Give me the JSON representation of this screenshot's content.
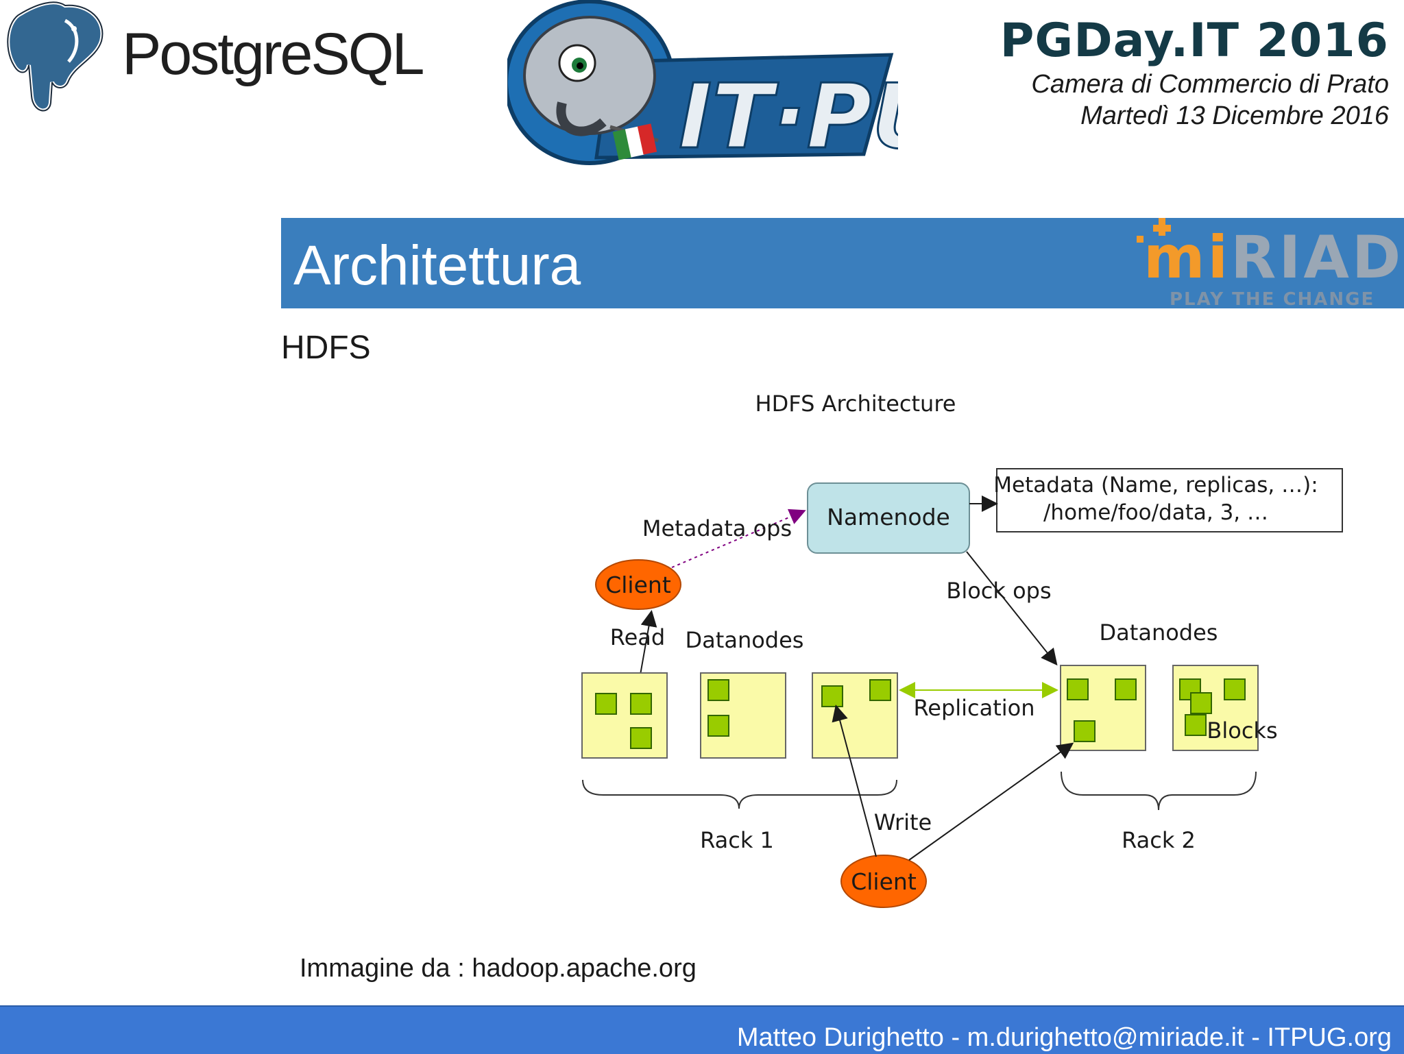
{
  "header": {
    "postgres_wordmark": "PostgreSQL",
    "itpug_wordmark": "IT·PUG",
    "event_title": "PGDay.IT 2016",
    "event_venue": "Camera di Commercio di Prato",
    "event_date": "Martedì 13 Dicembre 2016"
  },
  "slide": {
    "title": "Architettura",
    "section": "HDFS",
    "credit": "Immagine da : hadoop.apache.org"
  },
  "brand": {
    "miriade_name": "miRIADE",
    "miriade_tagline": "PLAY THE CHANGE",
    "accent_blue": "#3a7ebd",
    "footer_blue": "#3b78d4",
    "miriade_orange": "#f39a2a"
  },
  "diagram": {
    "title": "HDFS Architecture",
    "namenode": "Namenode",
    "metadata_line1": "Metadata (Name, replicas, …):",
    "metadata_line2": "/home/foo/data, 3, …",
    "metadata_ops": "Metadata ops",
    "block_ops": "Block ops",
    "client_top": "Client",
    "client_bottom": "Client",
    "read": "Read",
    "write": "Write",
    "datanodes_left": "Datanodes",
    "datanodes_right": "Datanodes",
    "replication": "Replication",
    "blocks": "Blocks",
    "rack1": "Rack 1",
    "rack2": "Rack 2",
    "colors": {
      "client": "#ff6600",
      "namenode": "#bfe3e8",
      "datanode": "#fafaa8",
      "block": "#99cc00",
      "metadata_arrow": "#800080",
      "replication_arrow": "#99cc00"
    }
  },
  "footer": {
    "text": "Matteo Durighetto - m.durighetto@miriade.it - ITPUG.org"
  }
}
